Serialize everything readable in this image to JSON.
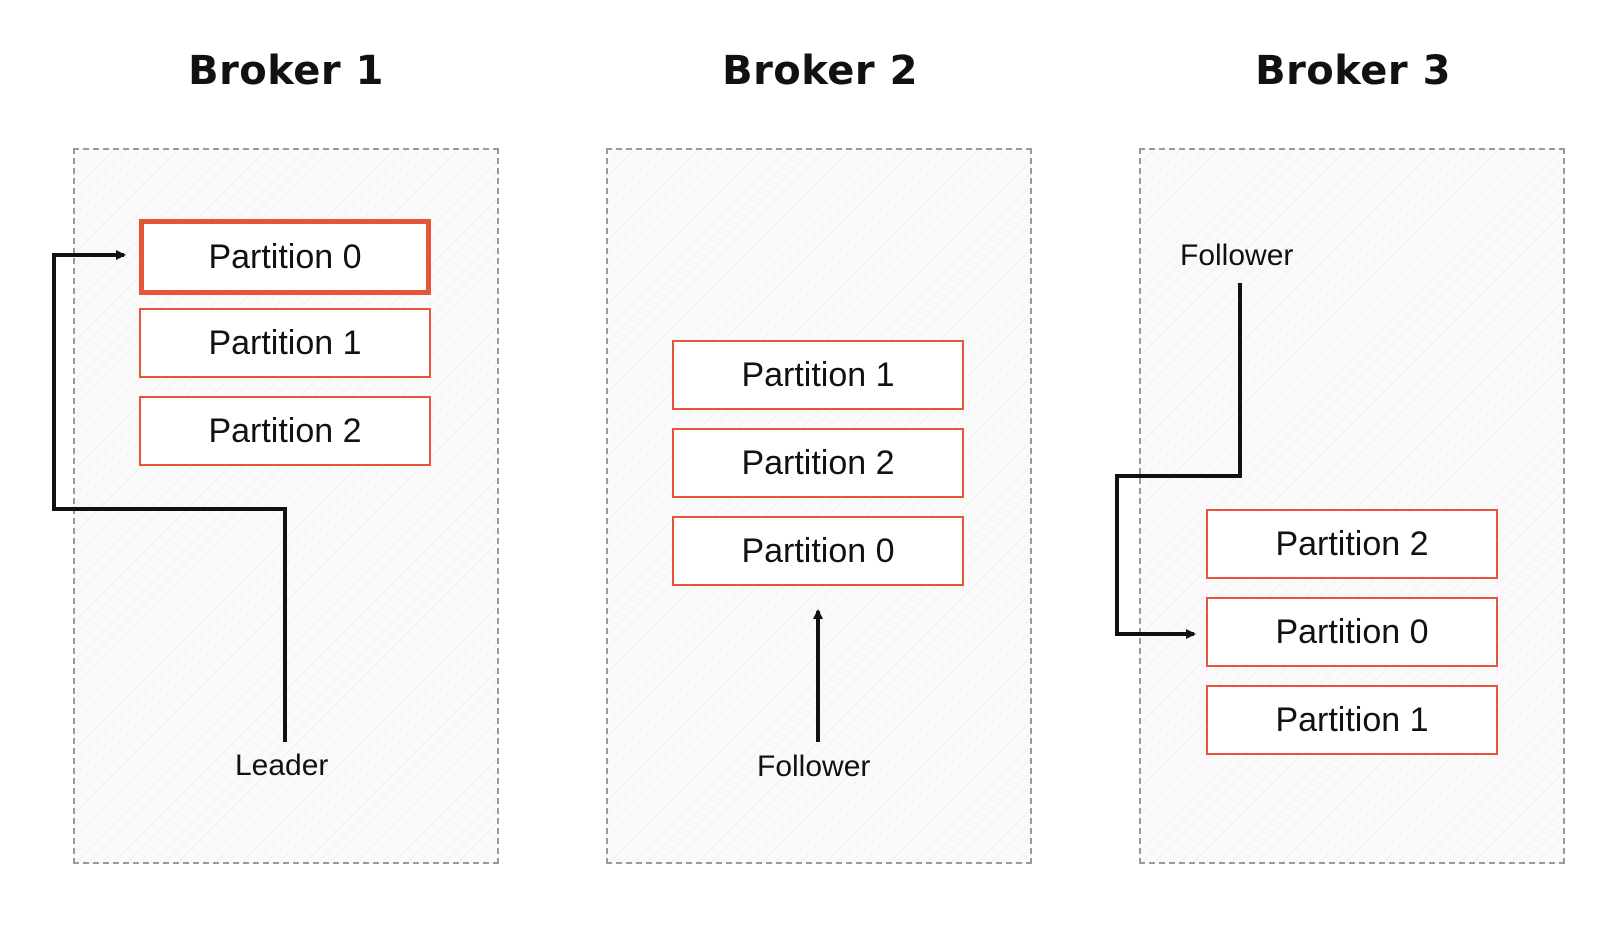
{
  "brokers": [
    {
      "title": "Broker 1",
      "partitions": [
        "Partition 0",
        "Partition 1",
        "Partition 2"
      ],
      "role_label": "Leader"
    },
    {
      "title": "Broker 2",
      "partitions": [
        "Partition 1",
        "Partition 2",
        "Partition 0"
      ],
      "role_label": "Follower"
    },
    {
      "title": "Broker 3",
      "partitions": [
        "Partition 2",
        "Partition 0",
        "Partition 1"
      ],
      "role_label": "Follower"
    }
  ],
  "colors": {
    "partition_border": "#e4553a",
    "arrow": "#111111",
    "container_border": "#9a9a9a"
  }
}
